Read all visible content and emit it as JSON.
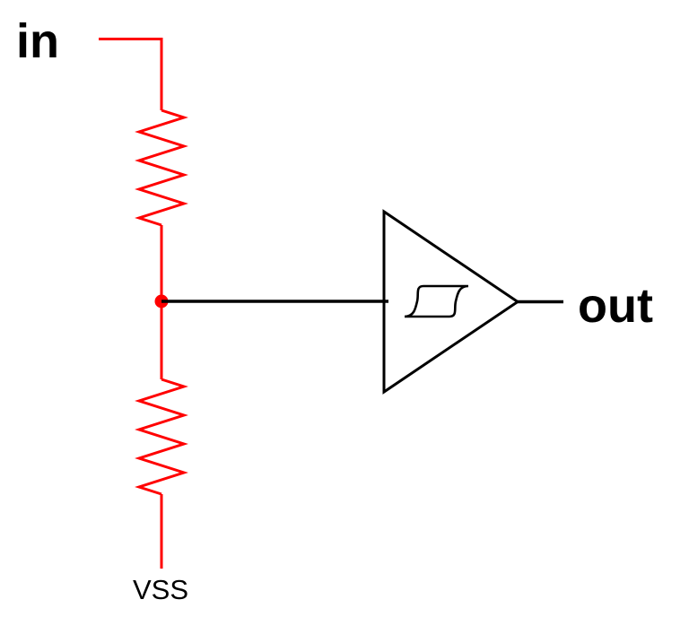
{
  "title": "schmitt-trigger-voltage-divider-schematic",
  "labels": {
    "input": "in",
    "output": "out",
    "ground": "VSS"
  },
  "colors": {
    "highlight_wire": "#ff0000",
    "default_wire": "#000000",
    "text": "#000000",
    "background": "#ffffff"
  },
  "icons": {
    "resistor_upper": "resistor-zigzag-icon",
    "resistor_lower": "resistor-zigzag-icon",
    "buffer": "schmitt-trigger-buffer-icon",
    "hysteresis": "hysteresis-loop-icon",
    "junction": "junction-dot-icon"
  }
}
